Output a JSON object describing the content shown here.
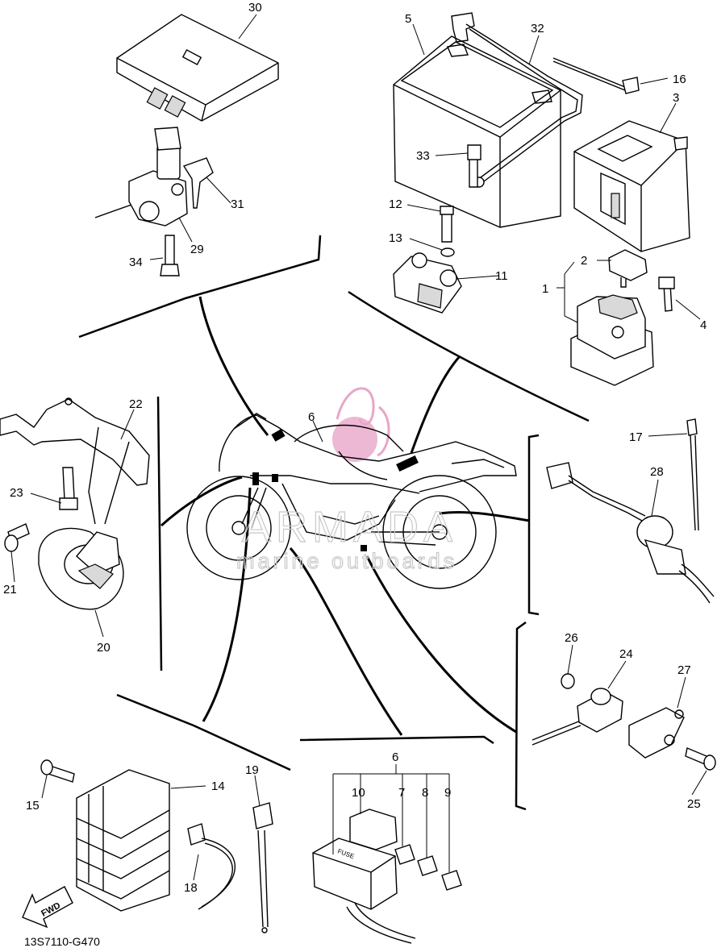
{
  "diagram_code": "13S7110-G470",
  "fwd_label": "FWD",
  "fuse_label": "FUSE",
  "watermark": {
    "brand": "ARMADA",
    "tagline": "marine outboards",
    "logo_color": "#e8a6c9"
  },
  "callouts": {
    "p1": "1",
    "p2": "2",
    "p3": "3",
    "p4": "4",
    "p5": "5",
    "p6a": "6",
    "p6b": "6",
    "p7": "7",
    "p8": "8",
    "p9": "9",
    "p10": "10",
    "p11": "11",
    "p12": "12",
    "p13": "13",
    "p14": "14",
    "p15": "15",
    "p16": "16",
    "p17": "17",
    "p18": "18",
    "p19": "19",
    "p20": "20",
    "p21": "21",
    "p22": "22",
    "p23": "23",
    "p24": "24",
    "p25": "25",
    "p26": "26",
    "p27": "27",
    "p28": "28",
    "p29": "29",
    "p30": "30",
    "p31": "31",
    "p32": "32",
    "p33": "33",
    "p34": "34"
  }
}
